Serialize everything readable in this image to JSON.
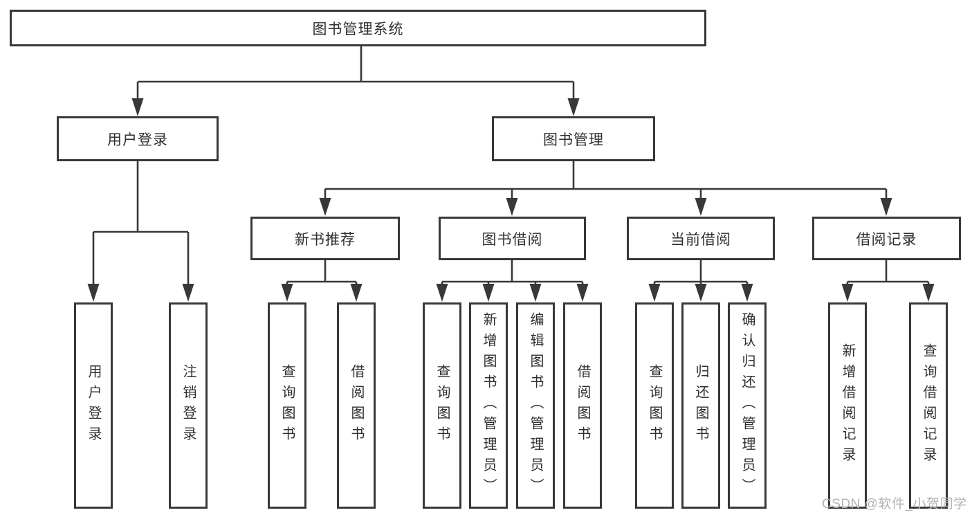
{
  "colors": {
    "background": "#ffffff",
    "line": "#383838",
    "box_border": "#383838",
    "text": "#2f2f2f",
    "watermark": "#b3b3b3"
  },
  "diagram": {
    "root": {
      "label": "图书管理系统"
    },
    "level2": {
      "user_login": {
        "label": "用户登录"
      },
      "book_management": {
        "label": "图书管理"
      }
    },
    "level3": {
      "new_book": {
        "label": "新书推荐"
      },
      "book_borrow": {
        "label": "图书借阅"
      },
      "current_borrow": {
        "label": "当前借阅"
      },
      "borrow_records": {
        "label": "借阅记录"
      }
    },
    "leaves": {
      "user_login": [
        "用户登录",
        "注销登录"
      ],
      "new_book": [
        "查询图书",
        "借阅图书"
      ],
      "book_borrow": [
        "查询图书",
        "新增图书（管理员）",
        "编辑图书（管理员）",
        "借阅图书"
      ],
      "current_borrow": [
        "查询图书",
        "归还图书",
        "确认归还（管理员）"
      ],
      "borrow_records": [
        "新增借阅记录",
        "查询借阅记录"
      ]
    }
  },
  "watermark": {
    "text": "CSDN @软件_小贺同学"
  }
}
